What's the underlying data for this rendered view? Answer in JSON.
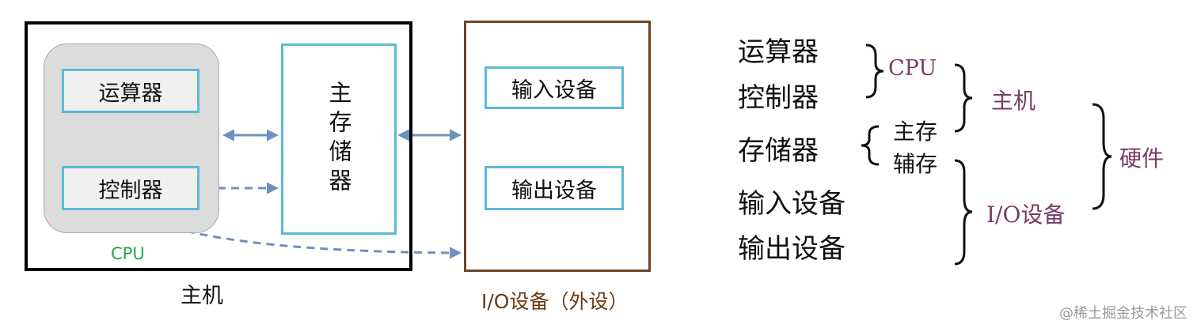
{
  "left_diagram": {
    "alu_label": "运算器",
    "cu_label": "控制器",
    "memory_label": "主存储器",
    "input_label": "输入设备",
    "output_label": "输出设备",
    "cpu_caption": "CPU",
    "host_caption": "主机",
    "io_caption": "I/O设备（外设）"
  },
  "right_tree": {
    "components": [
      "运算器",
      "控制器",
      "存储器",
      "输入设备",
      "输出设备"
    ],
    "cpu_group": "CPU",
    "main_memory": "主存",
    "aux_memory": "辅存",
    "host_group": "主机",
    "io_group": "I/O设备",
    "hardware_group": "硬件"
  },
  "colors": {
    "box_border": "#5bb9d9",
    "arrow": "#6f8fc0",
    "io_border": "#6b4527",
    "cpu_caption": "#1fa94a",
    "group_label": "#7a3b62"
  },
  "watermark": "@稀土掘金技术社区"
}
